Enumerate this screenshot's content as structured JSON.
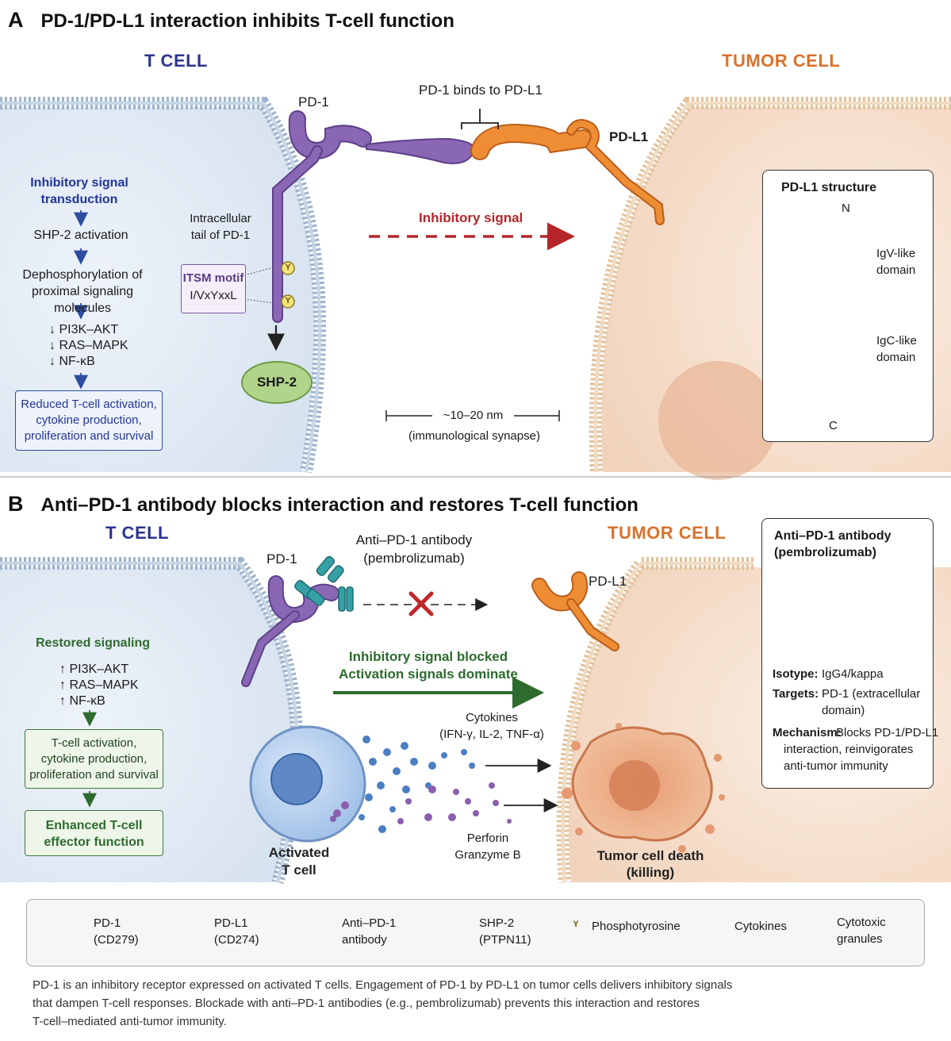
{
  "panel_a": {
    "letter": "A",
    "title": "PD-1/PD-L1 interaction inhibits T-cell function",
    "t_cell_label": "T CELL",
    "tumor_cell_label": "TUMOR CELL",
    "pd1_label": "PD-1",
    "binds_label": "PD-1 binds to PD-L1",
    "pdl1_label": "PD-L1",
    "signal_steps": [
      "Inhibitory signal transduction",
      "SHP-2 activation",
      "Dephosphorylation of proximal signaling molecules",
      "↓ PI3K–AKT",
      "↓ RAS–MAPK",
      "↓ NF-κB"
    ],
    "outcome": "Reduced T-cell activation, cytokine production, proliferation and survival",
    "tail_label": "Intracellular tail of PD-1",
    "itsm_title": "ITSM motif",
    "itsm_seq": "I/VxYxxL",
    "phospho": "Y",
    "shp2": "SHP-2",
    "inhibitory_signal": "Inhibitory signal",
    "distance": "~10–20 nm",
    "synapse": "(immunological synapse)",
    "structure": {
      "title": "PD-L1 structure",
      "n_term": "N",
      "c_term": "C",
      "igv": "IgV-like domain",
      "igc": "IgC-like domain"
    }
  },
  "panel_b": {
    "letter": "B",
    "title": "Anti–PD-1 antibody blocks interaction and restores T-cell function",
    "t_cell_label": "T CELL",
    "tumor_cell_label": "TUMOR CELL",
    "pd1_label": "PD-1",
    "pdl1_label": "PD-L1",
    "antibody_label": "Anti–PD-1 antibody",
    "antibody_drug": "(pembrolizumab)",
    "restored": "Restored signaling",
    "up_list": [
      "↑ PI3K–AKT",
      "↑ RAS–MAPK",
      "↑ NF-κB"
    ],
    "activation_box": "T-cell activation, cytokine production, proliferation and survival",
    "effector_box": "Enhanced T-cell effector function",
    "blocked_line1": "Inhibitory signal blocked",
    "blocked_line2": "Activation signals dominate",
    "cytokines_title": "Cytokines",
    "cytokines_list": "(IFN-γ, IL-2, TNF-α)",
    "perforin": "Perforin",
    "granzyme": "Granzyme B",
    "activated_line1": "Activated",
    "activated_line2": "T cell",
    "death_line1": "Tumor cell death",
    "death_line2": "(killing)",
    "info": {
      "title_line1": "Anti–PD-1 antibody",
      "title_line2": "(pembrolizumab)",
      "isotype_key": "Isotype:",
      "isotype_val": "IgG4/kappa",
      "targets_key": "Targets:",
      "targets_val1": "PD-1 (extracellular",
      "targets_val2": "domain)",
      "mechanism_key": "Mechanism:",
      "mechanism_val1": "Blocks PD-1/PD-L1",
      "mechanism_val2": "interaction, reinvigorates",
      "mechanism_val3": "anti-tumor immunity"
    }
  },
  "legend": {
    "pd1": [
      "PD-1",
      "(CD279)"
    ],
    "pdl1": [
      "PD-L1",
      "(CD274)"
    ],
    "antibody": [
      "Anti–PD-1",
      "antibody"
    ],
    "shp2": [
      "SHP-2",
      "(PTPN11)"
    ],
    "phosphotyrosine": "Phosphotyrosine",
    "phospho_symbol": "Y",
    "cytokines": "Cytokines",
    "granules": [
      "Cytotoxic",
      "granules"
    ]
  },
  "caption": [
    "PD-1 is an inhibitory receptor expressed on activated T cells. Engagement of PD-1 by PD-L1 on tumor cells delivers inhibitory signals",
    "that dampen T-cell responses. Blockade with anti–PD-1 antibodies (e.g., pembrolizumab) prevents this interaction and restores",
    "T-cell–mediated anti-tumor immunity."
  ],
  "colors": {
    "pd1": "#7d5aa6",
    "pdl1": "#e8842c",
    "antibody": "#2f8f95",
    "shp2": "#a8cf7e",
    "tcell_fill": "#e2ebf5",
    "tumor_fill": "#f7e2d0",
    "title_blue": "#2b3590",
    "tumor_orange": "#d9722b",
    "inhibit_red": "#b5262a",
    "activate_green": "#2e6b2e",
    "cytokine_dot": "#4b7fc4",
    "granule_dot": "#8a5fb0"
  }
}
